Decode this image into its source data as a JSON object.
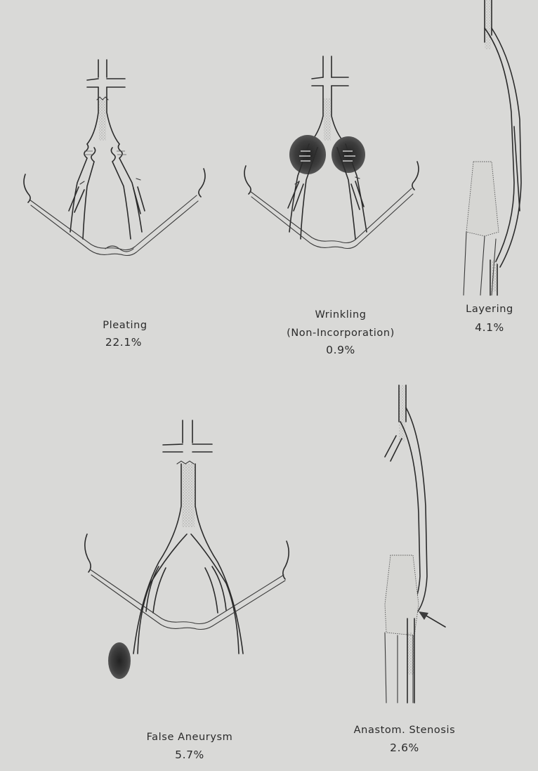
{
  "panels": [
    {
      "name": "Pleating",
      "value": "22.1%"
    },
    {
      "name": "Wrinkling",
      "subtitle": "(Non-Incorporation)",
      "value": "0.9%"
    },
    {
      "name": "Layering",
      "value": "4.1%"
    },
    {
      "name": "False Aneurysm",
      "value": "5.7%"
    },
    {
      "name": "Anastom. Stenosis",
      "value": "2.6%"
    }
  ],
  "colors": {
    "paper": "#d9d9d7",
    "ink": "#2b2b2b",
    "shading": "#3c3c3c"
  }
}
